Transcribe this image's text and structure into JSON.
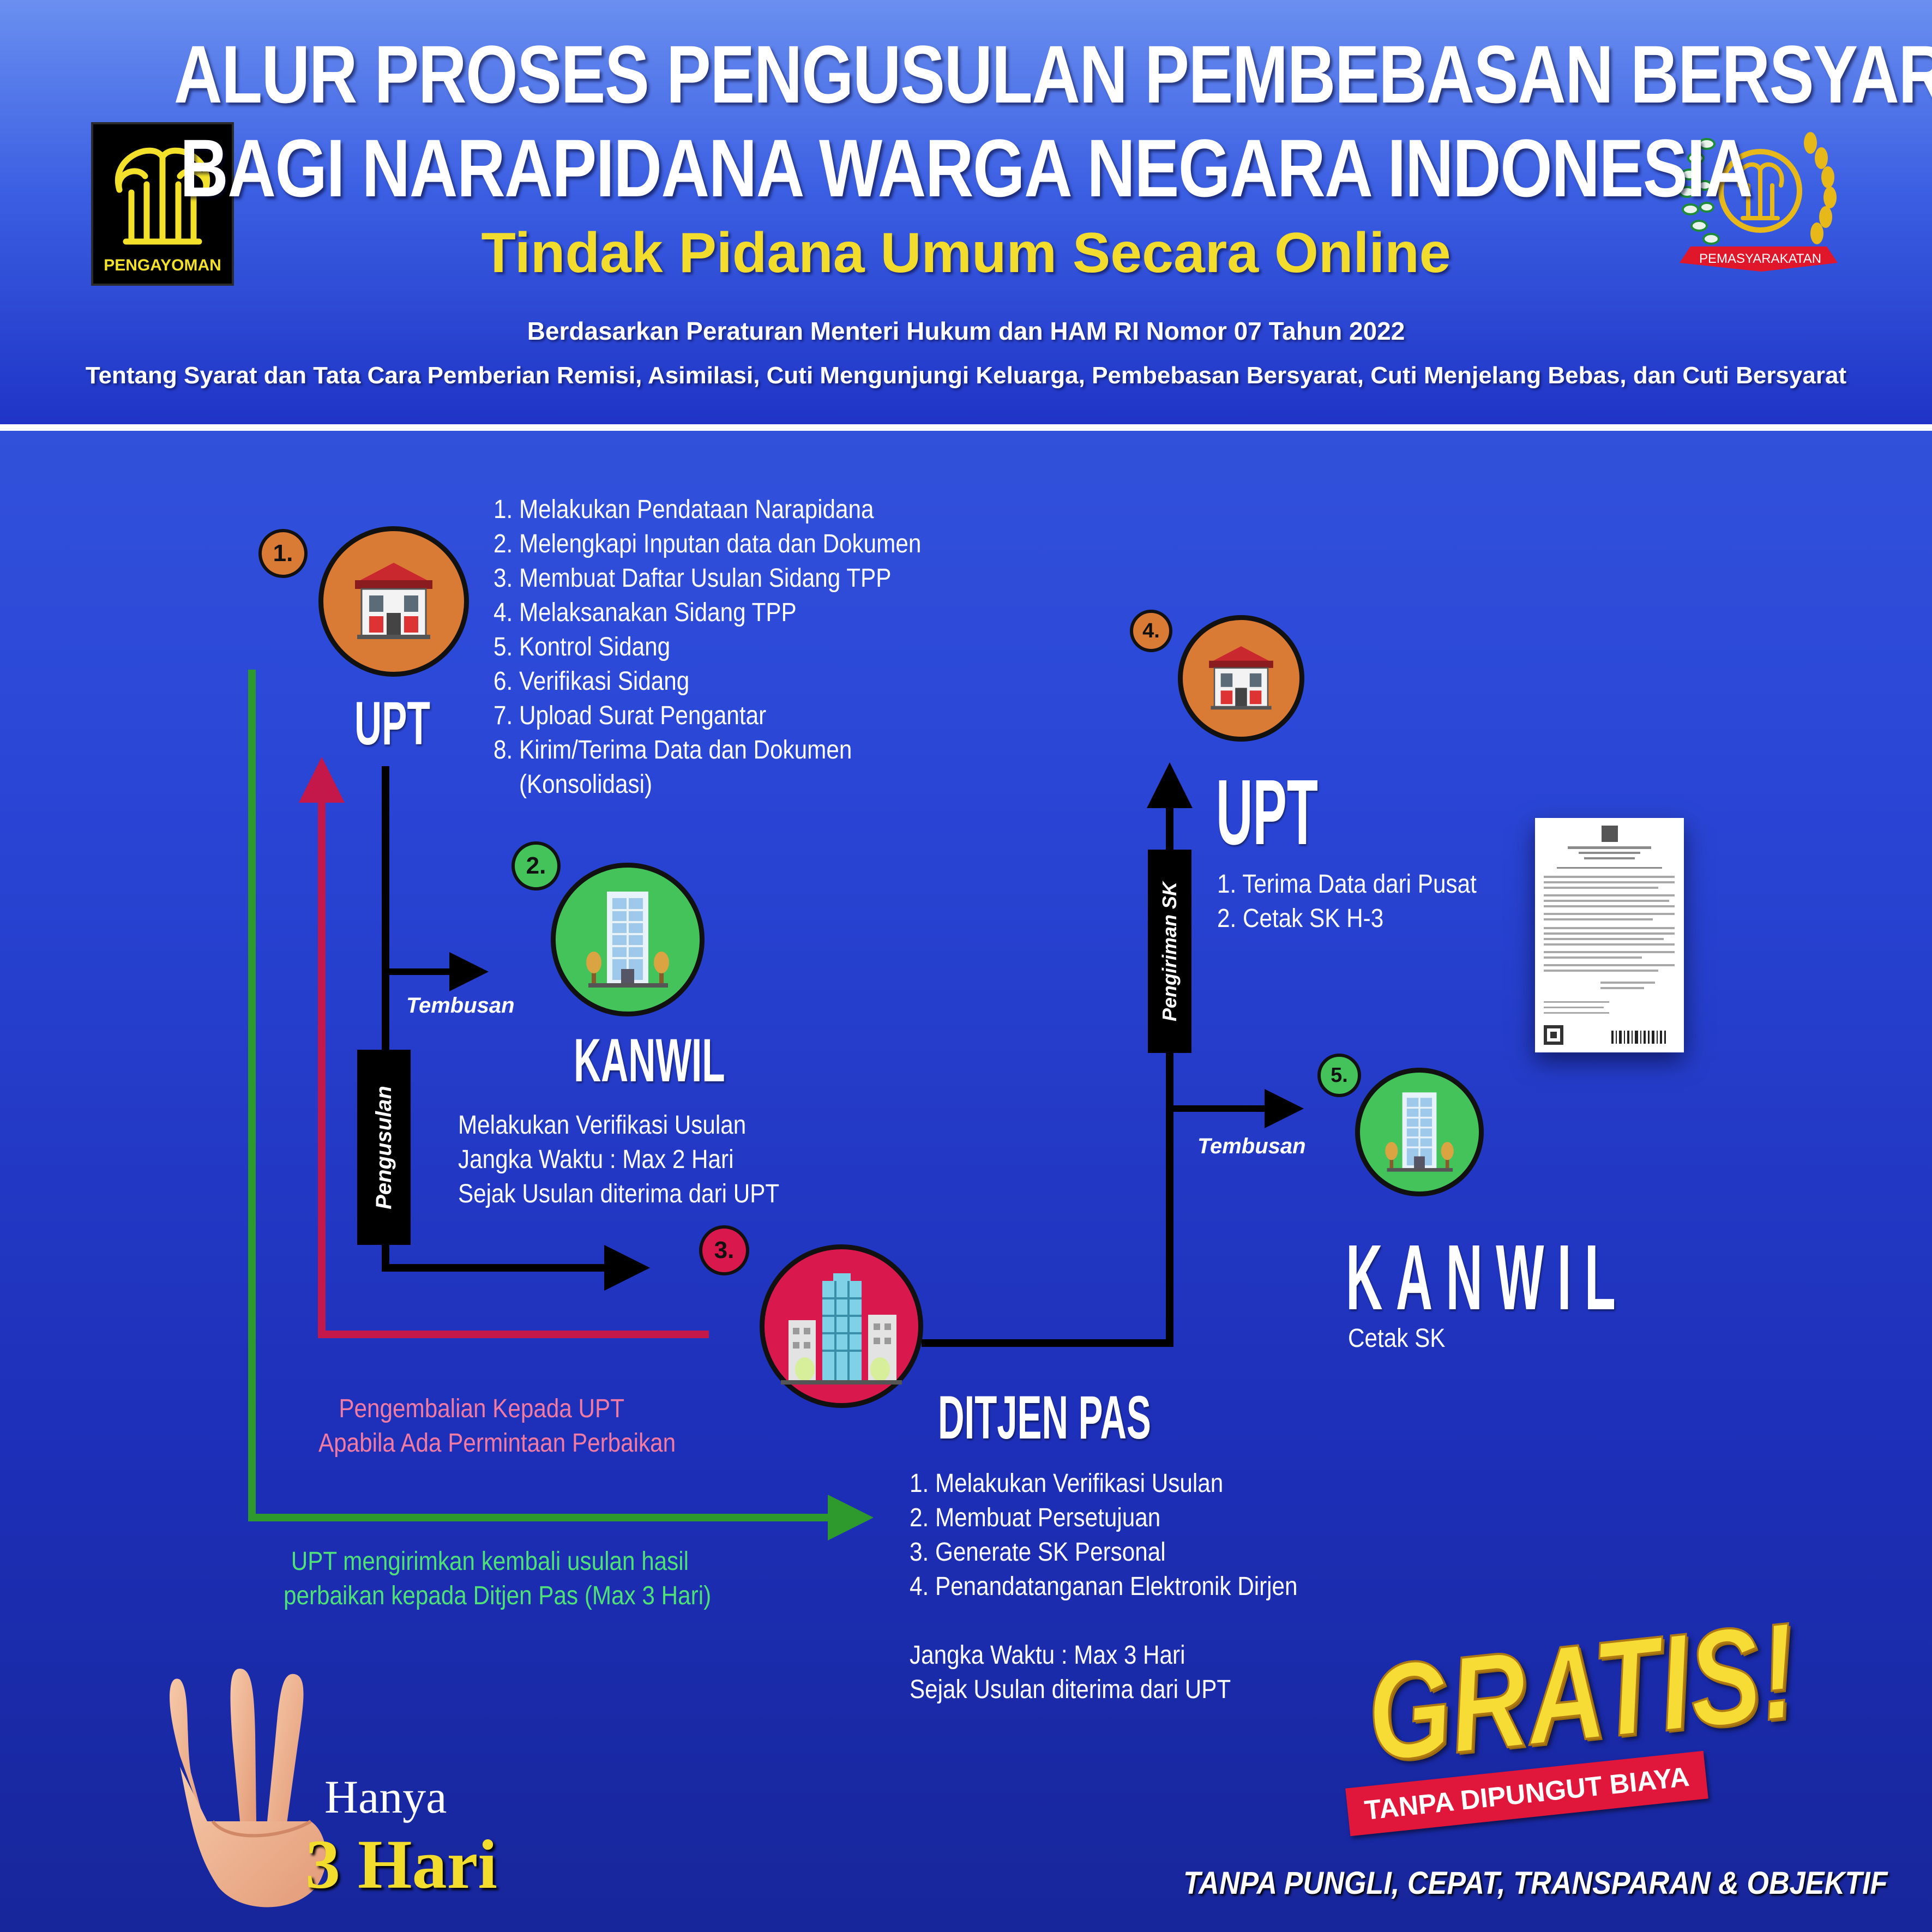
{
  "header": {
    "title_line1": "ALUR PROSES PENGUSULAN  PEMBEBASAN BERSYARAT",
    "title_line2": "BAGI NARAPIDANA WARGA NEGARA INDONESIA",
    "subtitle": "Tindak Pidana Umum Secara Online",
    "basis_line1": "Berdasarkan Peraturan Menteri Hukum dan HAM RI Nomor 07 Tahun 2022",
    "basis_line2": "Tentang Syarat dan Tata Cara Pemberian Remisi, Asimilasi, Cuti Mengunjungi Keluarga, Pembebasan Bersyarat, Cuti Menjelang Bebas, dan Cuti Bersyarat",
    "logo_left_text": "PENGAYOMAN",
    "logo_right_text": "PEMASYARAKATAN"
  },
  "colors": {
    "orange": "#d97a35",
    "green": "#43c35a",
    "crimson": "#d9194d",
    "return_red": "#c4184a",
    "flow_green": "#2e9a2e",
    "gold": "#f2dc2d"
  },
  "nodes": {
    "n1": {
      "badge": "1.",
      "label": "UPT",
      "icon": "storefront-icon",
      "steps": "1. Melakukan Pendataan Narapidana\n2. Melengkapi Inputan data dan Dokumen\n3. Membuat Daftar Usulan Sidang TPP\n4. Melaksanakan Sidang TPP\n5. Kontrol Sidang\n6. Verifikasi Sidang\n7. Upload Surat Pengantar\n8. Kirim/Terima Data dan Dokumen\n    (Konsolidasi)"
    },
    "n2": {
      "badge": "2.",
      "label": "KANWIL",
      "icon": "office-building-icon",
      "note": "Melakukan Verifikasi Usulan\nJangka Waktu : Max 2 Hari\nSejak Usulan diterima dari UPT"
    },
    "n3": {
      "badge": "3.",
      "label": "DITJEN PAS",
      "icon": "city-buildings-icon",
      "steps": "1. Melakukan Verifikasi Usulan\n2. Membuat Persetujuan\n3. Generate SK Personal\n4. Penandatanganan Elektronik Dirjen\n\nJangka Waktu : Max 3 Hari\nSejak Usulan diterima dari UPT"
    },
    "n4": {
      "badge": "4.",
      "label": "UPT",
      "icon": "storefront-icon",
      "steps": "1. Terima Data dari Pusat\n2. Cetak SK H-3"
    },
    "n5": {
      "badge": "5.",
      "label": "KANWIL",
      "icon": "office-building-icon",
      "note": "Cetak SK"
    }
  },
  "flow": {
    "pengusulan": "Pengusulan",
    "tembusan": "Tembusan",
    "pengiriman_sk": "Pengiriman SK",
    "return_note": "Pengembalian Kepada UPT\nApabila Ada Permintaan Perbaikan",
    "resubmit_note": "UPT mengirimkan kembali usulan hasil\nperbaikan kepada Ditjen Pas (Max 3 Hari)"
  },
  "footer": {
    "hand_line1": "Hanya",
    "hand_line2": "3 Hari",
    "gratis": "GRATIS!",
    "gratis_ribbon": "TANPA DIPUNGUT BIAYA",
    "tagline": "TANPA PUNGLI, CEPAT, TRANSPARAN & OBJEKTIF"
  }
}
